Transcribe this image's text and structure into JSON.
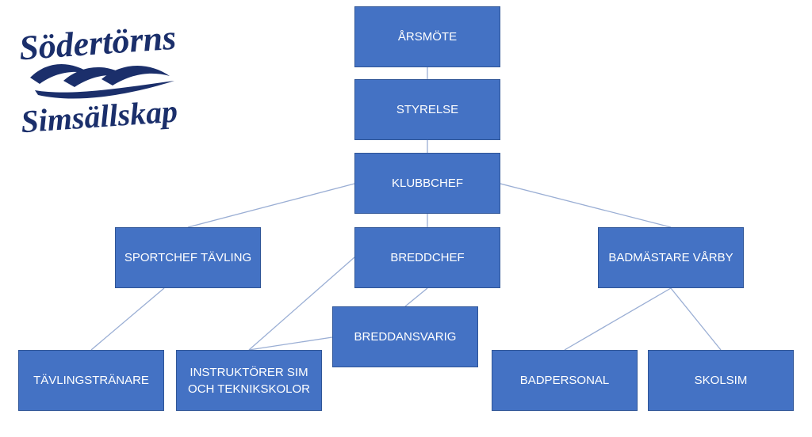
{
  "logo": {
    "text_top": "Södertörns",
    "text_bottom": "Simsällskap",
    "color": "#1b2f6b"
  },
  "colors": {
    "node_fill": "#4472c4",
    "node_border": "#2f5597",
    "connector": "#9aaed4",
    "text": "#ffffff"
  },
  "nodes": {
    "arsmote": "ÅRSMÖTE",
    "styrelse": "STYRELSE",
    "klubbchef": "KLUBBCHEF",
    "sportchef": "SPORTCHEF TÄVLING",
    "breddchef": "BREDDCHEF",
    "badmastare": "BADMÄSTARE VÅRBY",
    "breddansvarig": "BREDDANSVARIG",
    "tavlingstranare": "TÄVLINGSTRÄNARE",
    "instruktorer": "INSTRUKTÖRER SIM\nOCH TEKNIKSKOLOR",
    "badpersonal": "BADPERSONAL",
    "skolsim": "SKOLSIM"
  }
}
